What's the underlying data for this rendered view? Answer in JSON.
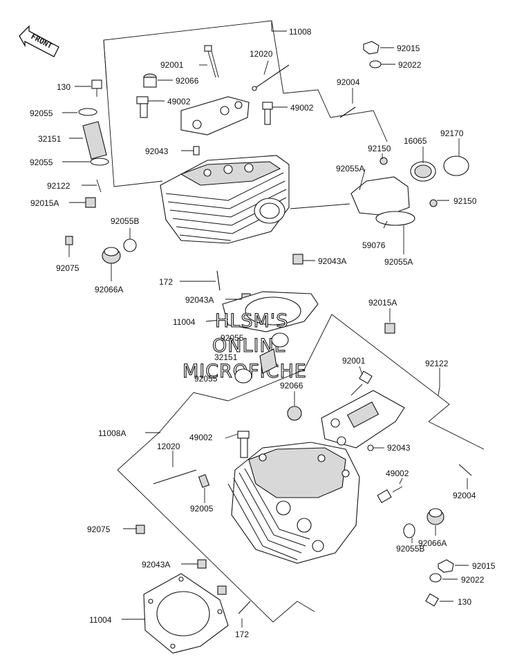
{
  "front_arrow": {
    "text": "FRONT"
  },
  "watermark": {
    "line1": "HLSM'S",
    "line2": "ONLINE",
    "line3": "MICROFICHE"
  },
  "labels": {
    "l_11008": "11008",
    "l_92015_top": "92015",
    "l_92022_top": "92022",
    "l_12020_top": "12020",
    "l_92001_top": "92001",
    "l_92066_top": "92066",
    "l_49002_top_a": "49002",
    "l_49002_top_b": "49002",
    "l_92004_top": "92004",
    "l_130_top": "130",
    "l_92055_a": "92055",
    "l_32151_top": "32151",
    "l_92055_b": "92055",
    "l_92043_top": "92043",
    "l_92122_top": "92122",
    "l_92015A_left": "92015A",
    "l_92055B_top": "92055B",
    "l_92075_top": "92075",
    "l_92066A_top": "92066A",
    "l_172_top": "172",
    "l_92043A_r": "92043A",
    "l_92043A_c": "92043A",
    "l_11004_top": "11004",
    "l_92055A_a": "92055A",
    "l_92150_a": "92150",
    "l_16065": "16065",
    "l_92170": "92170",
    "l_92150_b": "92150",
    "l_59076": "59076",
    "l_92055A_b": "92055A",
    "l_92015A_r": "92015A",
    "l_92055_mid_a": "92055",
    "l_32151_mid": "32151",
    "l_92055_mid_b": "92055",
    "l_92001_bot": "92001",
    "l_92122_bot": "92122",
    "l_92066_bot": "92066",
    "l_11008A": "11008A",
    "l_49002_bot_a": "49002",
    "l_12020_bot": "12020",
    "l_92043_bot": "92043",
    "l_49002_bot_b": "49002",
    "l_92004_bot": "92004",
    "l_92005": "92005",
    "l_92075_bot": "92075",
    "l_92066A_bot": "92066A",
    "l_92055B_bot": "92055B",
    "l_92015_bot": "92015",
    "l_92043A_bot": "92043A",
    "l_92022_bot": "92022",
    "l_130_bot": "130",
    "l_11004_bot": "11004",
    "l_172_bot": "172"
  }
}
